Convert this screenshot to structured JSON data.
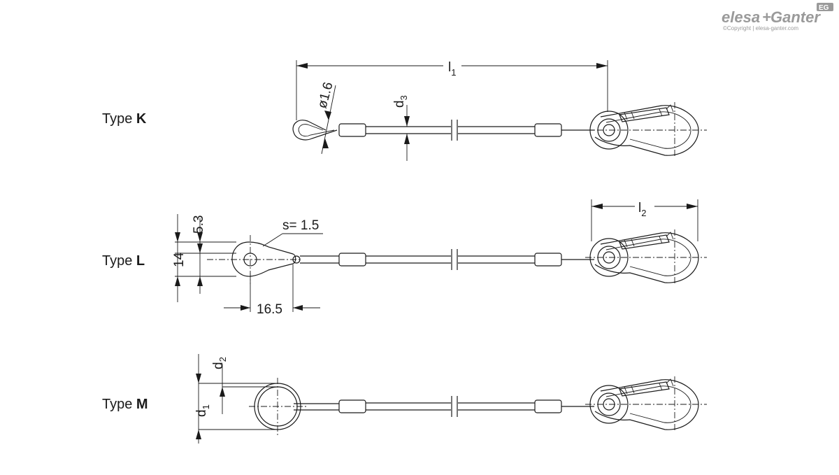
{
  "logo": {
    "brand_a": "elesa",
    "brand_plus": "+",
    "brand_b": "Ganter",
    "badge": "EG",
    "copyright": "©Copyright | elesa-ganter.com"
  },
  "types": {
    "k": {
      "prefix": "Type ",
      "letter": "K"
    },
    "l": {
      "prefix": "Type ",
      "letter": "L"
    },
    "m": {
      "prefix": "Type ",
      "letter": "M"
    }
  },
  "dimensions": {
    "l1": {
      "main": "l",
      "sub": "1"
    },
    "l2": {
      "main": "l",
      "sub": "2"
    },
    "d1": {
      "main": "d",
      "sub": "1"
    },
    "d2": {
      "main": "d",
      "sub": "2"
    },
    "d3": {
      "main": "d",
      "sub": "3"
    },
    "dia_loop": "ø1.6",
    "thickness": "s= 1.5",
    "hole_offset": "5.3",
    "eye_width": "14",
    "eye_length": "16.5"
  }
}
